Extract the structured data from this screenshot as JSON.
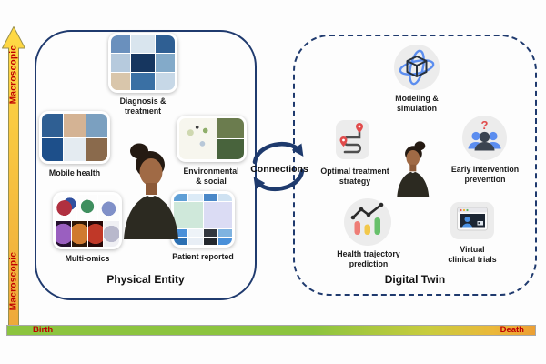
{
  "axis": {
    "label_top": "Macroscopic",
    "label_bottom": "Macroscopic"
  },
  "timeline": {
    "start_label": "Birth",
    "end_label": "Death"
  },
  "connections": {
    "label": "Connections"
  },
  "physical_entity": {
    "title": "Physical Entity",
    "center_image": "patient-photo",
    "items": [
      {
        "label": "Diagnosis &\ntreatment",
        "image": "diagnosis-treatment-collage"
      },
      {
        "label": "Mobile health",
        "image": "mobile-health-collage"
      },
      {
        "label": "Environmental\n& social",
        "image": "environmental-social-collage"
      },
      {
        "label": "Multi-omics",
        "image": "multi-omics-collage"
      },
      {
        "label": "Patient reported",
        "image": "patient-reported-collage"
      }
    ]
  },
  "digital_twin": {
    "title": "Digital Twin",
    "center_image": "patient-photo-mirrored",
    "items": [
      {
        "label": "Modeling &\nsimulation",
        "icon": "cube-orbit-icon"
      },
      {
        "label": "Optimal treatment\nstrategy",
        "icon": "route-pins-icon"
      },
      {
        "label": "Early intervention\nprevention",
        "icon": "people-question-icon"
      },
      {
        "label": "Health trajectory\nprediction",
        "icon": "chart-trend-icon"
      },
      {
        "label": "Virtual\nclinical trials",
        "icon": "screen-person-icon"
      }
    ]
  },
  "colors": {
    "box_border_navy": "#1f3a6e",
    "label_red": "#c00000",
    "arrow_yellow_top": "#ffda44",
    "arrow_yellow_bottom": "#eea93a",
    "timeline_green": "#8cc43f",
    "timeline_orange": "#ec9f33",
    "icon_background": "#ececec",
    "icon_blue": "#5b8def",
    "icon_dark": "#3b4450",
    "icon_red": "#e14b4b",
    "chart_bar_red": "#ee7d76",
    "chart_bar_yellow": "#f2c84b",
    "chart_bar_green": "#67c06b"
  }
}
